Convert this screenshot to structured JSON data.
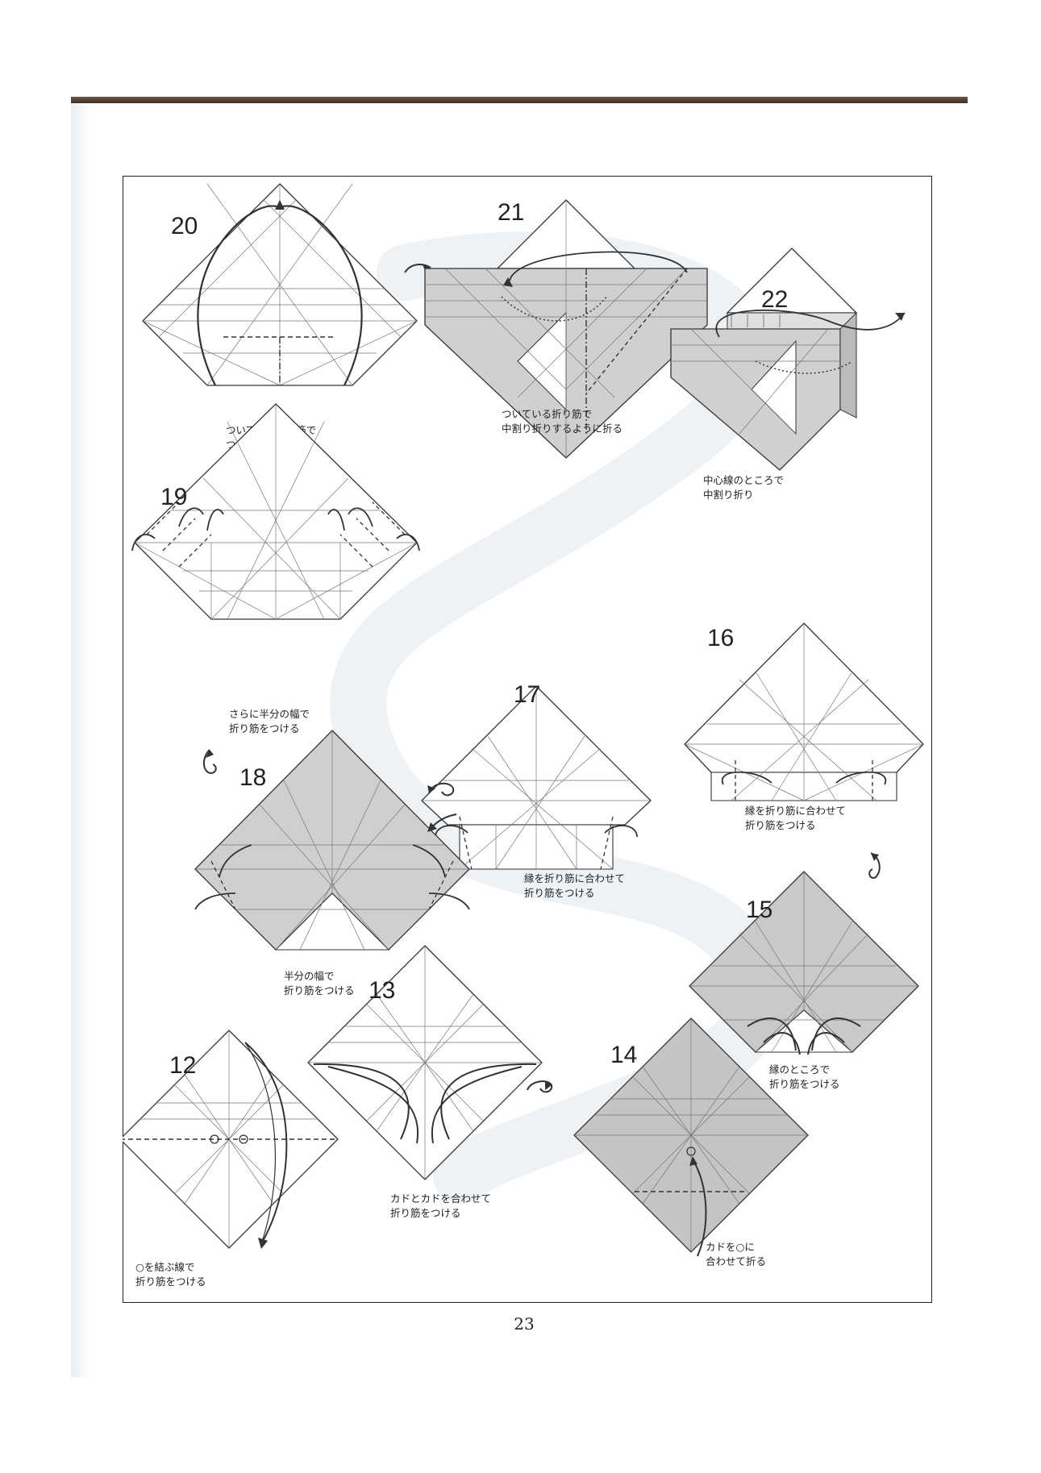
{
  "page_number": "23",
  "steps": [
    {
      "id": "20",
      "number": "20",
      "caption": [
        "ついている折り筋で",
        "つまむように折る"
      ]
    },
    {
      "id": "21",
      "number": "21",
      "caption": [
        "ついている折り筋で",
        "中割り折りするように折る"
      ]
    },
    {
      "id": "22",
      "number": "22",
      "caption": [
        "中心線のところで",
        "中割り折り"
      ]
    },
    {
      "id": "19",
      "number": "19",
      "caption": [
        "さらに半分の幅で",
        "折り筋をつける"
      ]
    },
    {
      "id": "16",
      "number": "16",
      "caption": [
        "縁を折り筋に合わせて",
        "折り筋をつける"
      ]
    },
    {
      "id": "17",
      "number": "17",
      "caption": [
        "縁を折り筋に合わせて",
        "折り筋をつける"
      ]
    },
    {
      "id": "18",
      "number": "18",
      "caption": [
        "半分の幅で",
        "折り筋をつける"
      ]
    },
    {
      "id": "15",
      "number": "15",
      "caption": [
        "縁のところで",
        "折り筋をつける"
      ]
    },
    {
      "id": "13",
      "number": "13",
      "caption": [
        "カドとカドを合わせて",
        "折り筋をつける"
      ]
    },
    {
      "id": "14",
      "number": "14",
      "caption": [
        "カドを○に",
        "合わせて折る"
      ]
    },
    {
      "id": "12",
      "number": "12",
      "caption": [
        "○を結ぶ線で",
        "折り筋をつける"
      ]
    }
  ],
  "colors": {
    "paper_white": "#ffffff",
    "paper_gray": "#cfcfcf",
    "paper_gray_dark": "#b9b9b9",
    "line": "#333333",
    "swoosh": "#eef2f5"
  },
  "icons": [
    "turn-over-icon",
    "arrow-next-icon"
  ]
}
